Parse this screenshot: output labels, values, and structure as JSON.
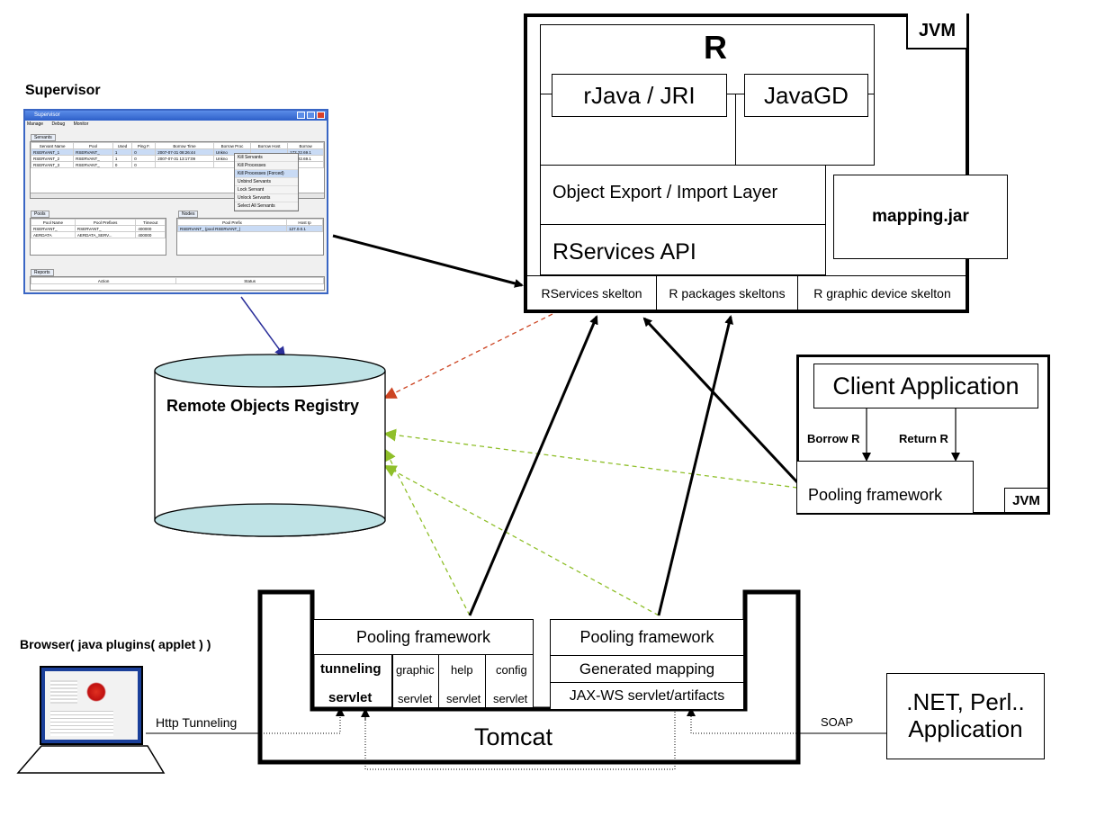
{
  "jvm_main": {
    "label": "JVM",
    "r": {
      "title": "R",
      "rjava": "rJava / JRI",
      "javagd": "JavaGD"
    },
    "export_layer": "Object Export / Import Layer",
    "rservices_api": "RServices API",
    "mapping_jar": "mapping.jar",
    "skeletons": [
      "RServices skelton",
      "R packages skeltons",
      "R graphic device skelton"
    ]
  },
  "supervisor": {
    "label": "Supervisor",
    "window_title": "Supervisor",
    "menu": [
      "Manage",
      "Debug",
      "Monitor"
    ],
    "servants_tab": "Servants",
    "servant_columns": [
      "Servant Name",
      "Pool",
      "Used",
      "Ping F.",
      "Borrow Time",
      "Borrow Proc",
      "Borrow Host",
      "Borrow"
    ],
    "servant_rows": [
      [
        "RSERVANT_1",
        "RSERVANT_",
        "1",
        "0",
        "2007-07-31 08:26:44",
        "Unkno",
        "",
        "172.22.69.1"
      ],
      [
        "RSERVANT_2",
        "RSERVANT_",
        "1",
        "0",
        "2007-07-31 13:17:09",
        "Unkno",
        "",
        "172.22.69.1"
      ],
      [
        "RSERVANT_3",
        "RSERVANT_",
        "0",
        "0",
        "",
        "",
        "",
        ""
      ]
    ],
    "context_menu": [
      "Kill Servants",
      "Kill Processes",
      "Kill Processes (Forced)",
      "Unbind Servants",
      "Lock Servant",
      "Unlock Servants",
      "Select All Servants"
    ],
    "pools_tab": "Pools",
    "pool_columns": [
      "Pool Name",
      "Pool Prefixes",
      "Timeout"
    ],
    "pool_rows": [
      [
        "RSERVANT_",
        "RSERVANT_",
        "400000"
      ],
      [
        "AERDATA",
        "AERDATA_SERV...",
        "400000"
      ]
    ],
    "nodes_tab": "Nodes",
    "node_columns": [
      "Pool Prefix",
      "Host Ip"
    ],
    "node_rows": [
      [
        "RSERVANT_ (pool RSERVANT_)",
        "127.0.0.1"
      ]
    ],
    "reports_tab": "Reports",
    "report_columns": [
      "Action",
      "Status"
    ]
  },
  "registry": {
    "label": "Remote Objects Registry"
  },
  "client": {
    "title": "Client Application",
    "borrow": "Borrow R",
    "return": "Return R",
    "pooling": "Pooling framework",
    "jvm": "JVM"
  },
  "tomcat": {
    "label": "Tomcat",
    "left": {
      "pooling": "Pooling framework",
      "servlets": [
        {
          "line1": "tunneling",
          "line2": "servlet"
        },
        {
          "line1": "graphic",
          "line2": "servlet"
        },
        {
          "line1": "help",
          "line2": "servlet"
        },
        {
          "line1": "config",
          "line2": "servlet"
        }
      ]
    },
    "right": {
      "pooling": "Pooling framework",
      "generated": "Generated mapping",
      "jaxws": "JAX-WS servlet/artifacts"
    }
  },
  "browser": {
    "label": "Browser( java plugins( applet ) )",
    "link": "Http Tunneling"
  },
  "dotnet": {
    "line1": ".NET, Perl..",
    "line2": "Application",
    "link": "SOAP"
  },
  "colors": {
    "green_dash": "#8fbf2a",
    "red_dash": "#cc4422",
    "blue_line": "#2b2f9a",
    "cylinder": "#bfe3e6"
  }
}
